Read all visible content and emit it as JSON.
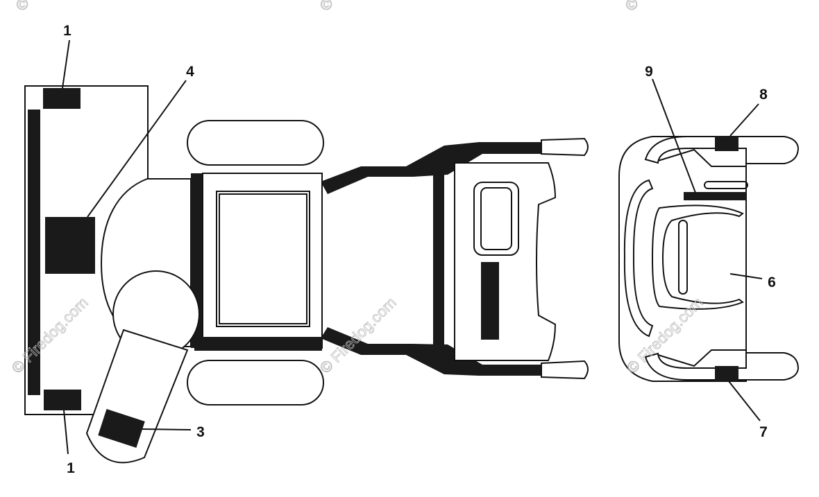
{
  "colors": {
    "line": "#111111",
    "decal": "#1a1a1a",
    "watermark": "#b9b9b9",
    "background": "#ffffff"
  },
  "callouts": {
    "c1_top": "1",
    "c1_bottom": "1",
    "c3": "3",
    "c4": "4",
    "c6": "6",
    "c7": "7",
    "c8": "8",
    "c9": "9"
  },
  "watermark": {
    "text": "© Firedog.com",
    "corner_mark": "©"
  }
}
